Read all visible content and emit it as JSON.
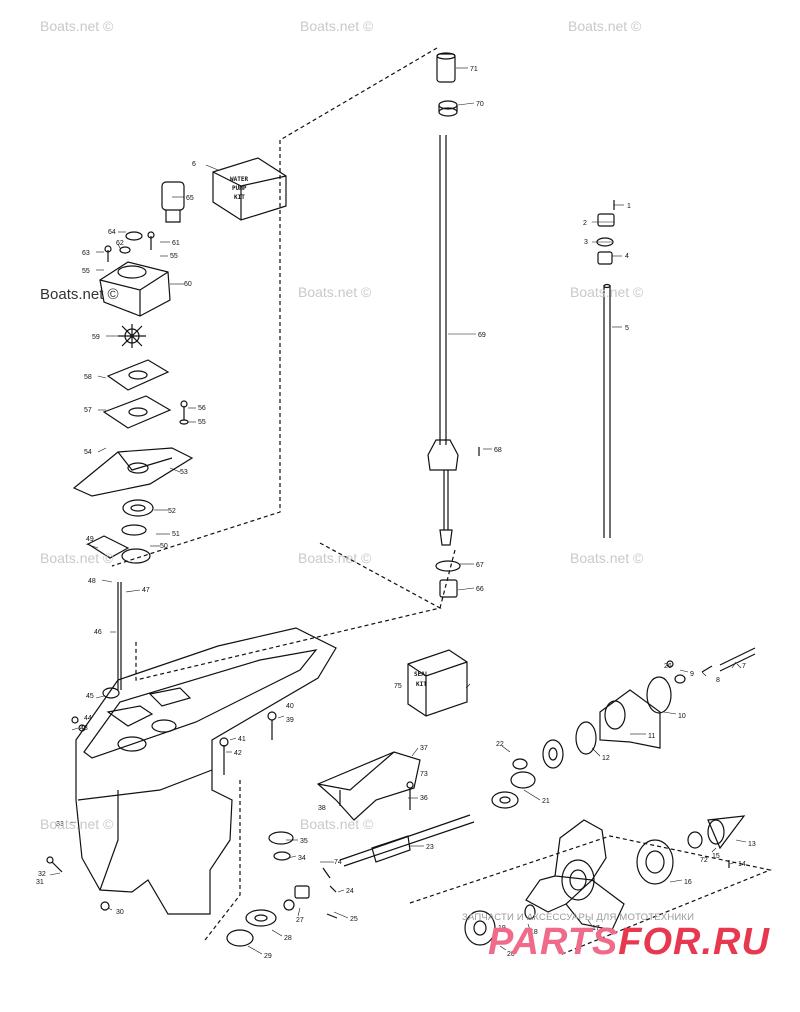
{
  "watermarks": [
    "Boats.net ©",
    "Boats.net ©",
    "Boats.net ©",
    "Boats.net ©",
    "Boats.net ©",
    "Boats.net ©",
    "Boats.net ©",
    "Boats.net ©",
    "Boats.net ©",
    "Boats.net ©",
    "Boats.net ©"
  ],
  "kits": {
    "water_pump_kit": [
      "WATER",
      "PUMP",
      "KIT"
    ],
    "seal_kit": [
      "SEAL",
      "KIT"
    ]
  },
  "callouts": [
    "1",
    "2",
    "3",
    "4",
    "5",
    "10",
    "11",
    "12",
    "13",
    "14",
    "15",
    "16",
    "17",
    "18",
    "19",
    "20",
    "21",
    "22",
    "23",
    "24",
    "25",
    "27",
    "28",
    "29",
    "30",
    "31",
    "32",
    "33",
    "34",
    "35",
    "36",
    "37",
    "38",
    "39",
    "40",
    "41",
    "42",
    "43",
    "44",
    "45",
    "46",
    "47",
    "48",
    "49",
    "50",
    "51",
    "52",
    "53",
    "54",
    "55",
    "56",
    "57",
    "58",
    "59",
    "60",
    "61",
    "62",
    "63",
    "64",
    "65",
    "66",
    "67",
    "68",
    "69",
    "70",
    "71",
    "72",
    "73",
    "74",
    "75",
    "6",
    "7",
    "8",
    "9",
    "26"
  ],
  "footer": {
    "caption": "ЗАПЧАСТИ И АКСЕССУАРЫ ДЛЯ МОТОТЕХНИКИ",
    "logo_left": "PARTS",
    "logo_right": "FOR.RU",
    "logo_left_color": "#f06b8a",
    "logo_right_color": "#e8384f"
  },
  "colors": {
    "line": "#111111",
    "watermark": "#c9c9c9"
  }
}
